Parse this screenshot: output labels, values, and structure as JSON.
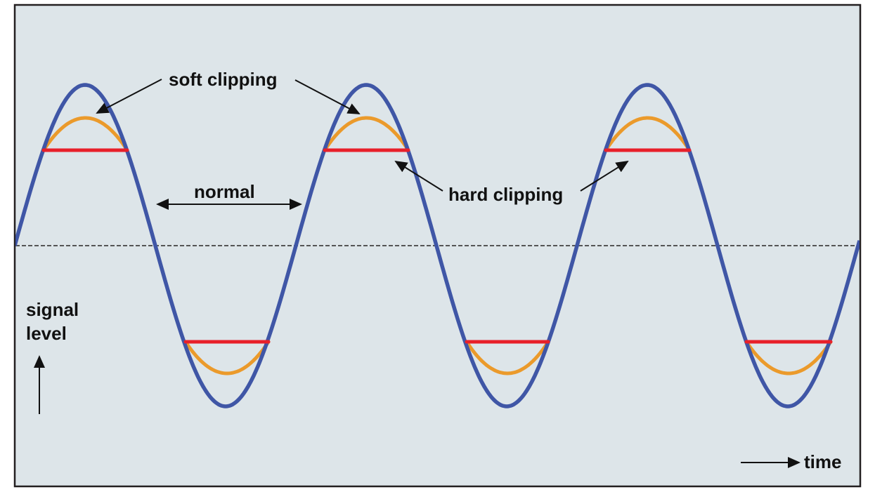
{
  "diagram": {
    "title": "",
    "colors": {
      "background": "#dde5e9",
      "frame": "#231f20",
      "normal_wave": "#3f56a6",
      "soft_clip": "#eb9a2b",
      "hard_clip": "#e8202a",
      "baseline": "#555555",
      "text": "#111111"
    },
    "labels": {
      "soft_clipping": "soft clipping",
      "hard_clipping": "hard clipping",
      "normal": "normal",
      "signal_level_line1": "signal",
      "signal_level_line2": "level",
      "time": "time"
    },
    "axes": {
      "y_axis_label": "signal level",
      "x_axis_label": "time",
      "baseline": "dashed zero line"
    },
    "series": [
      {
        "name": "normal",
        "type": "sine",
        "color": "#3f56a6",
        "cycles": 3
      },
      {
        "name": "soft clipping",
        "type": "rounded clipped peaks",
        "color": "#eb9a2b"
      },
      {
        "name": "hard clipping",
        "type": "flat clipped peaks",
        "color": "#e8202a"
      }
    ]
  }
}
